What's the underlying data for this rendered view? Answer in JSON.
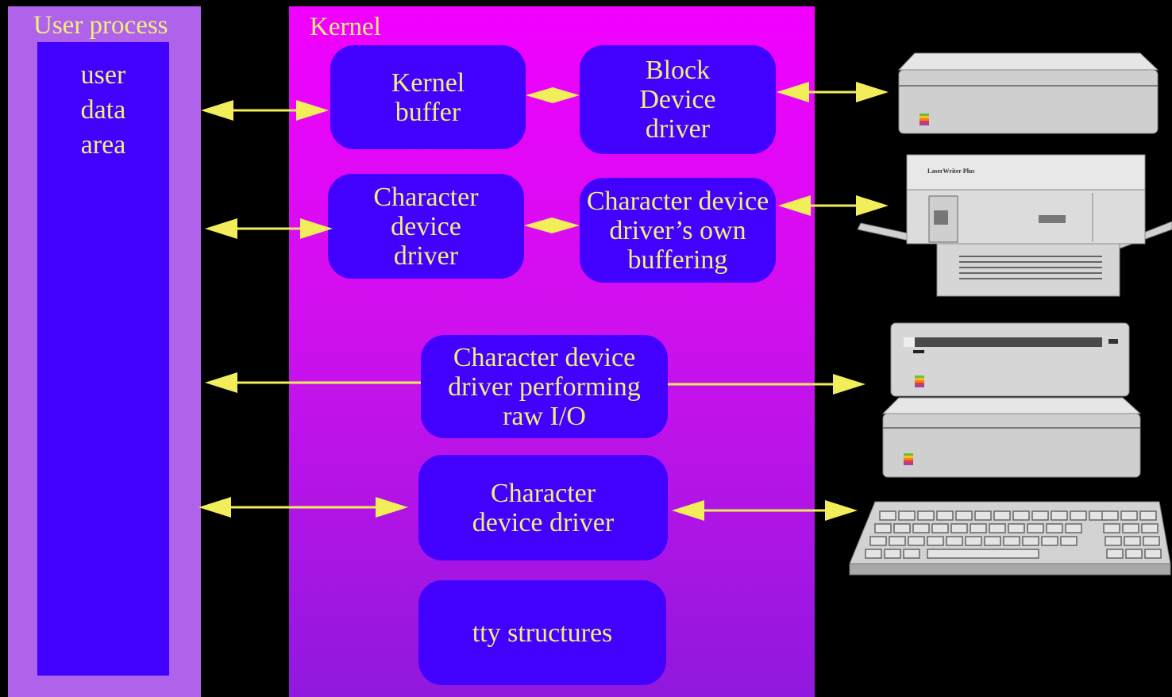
{
  "user_process": {
    "title": "User process",
    "data_area_label": "user\ndata\n area"
  },
  "kernel": {
    "title": "Kernel",
    "boxes": {
      "kernel_buffer": "Kernel\n buffer",
      "block_device_driver": "Block\nDevice\n driver",
      "character_device_driver_1": "Character\ndevice\n driver",
      "character_device_buffering": "Character device\ndriver’s own\n buffering",
      "raw_io_driver": "Character device\ndriver performing\n raw I/O",
      "character_device_driver_2": "Character\ndevice driver",
      "tty_structures": "tty structures"
    }
  },
  "devices": {
    "printer_label": "LaserWriter Plus",
    "names": [
      "disk-drive",
      "laser-printer",
      "computer-terminal",
      "keyboard"
    ]
  },
  "colors": {
    "background": "#000000",
    "user_panel": "#ae63ea",
    "box": "#4200ff",
    "text": "#f2ee7a",
    "arrow": "#f2ee5a",
    "kernel_top": "#f200ff",
    "kernel_bottom": "#9118de"
  }
}
